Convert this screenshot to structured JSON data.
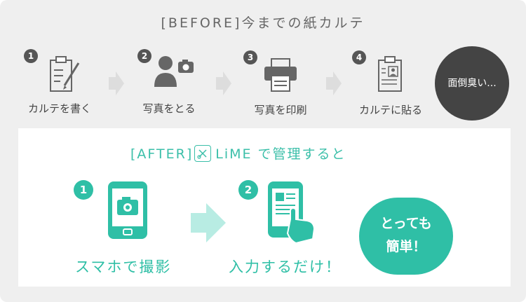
{
  "before": {
    "title": "[BEFORE]今までの紙カルテ",
    "steps": [
      {
        "num": "1",
        "label": "カルテを書く",
        "icon": "clipboard-pen-icon"
      },
      {
        "num": "2",
        "label": "写真をとる",
        "icon": "person-camera-icon"
      },
      {
        "num": "3",
        "label": "写真を印刷",
        "icon": "printer-icon"
      },
      {
        "num": "4",
        "label": "カルテに貼る",
        "icon": "clipboard-photo-icon"
      }
    ],
    "result": "面倒臭い..."
  },
  "after": {
    "title_prefix": "[AFTER]",
    "title_suffix": "LiME で管理すると",
    "steps": [
      {
        "num": "1",
        "label": "スマホで撮影",
        "icon": "phone-camera-icon"
      },
      {
        "num": "2",
        "label": "入力するだけ！",
        "icon": "phone-tap-icon"
      }
    ],
    "result_line1": "とっても",
    "result_line2": "簡単！"
  },
  "colors": {
    "teal": "#2fbfa6",
    "dark": "#444444",
    "grey_arrow": "#dddddd",
    "teal_arrow": "#b8ece3"
  }
}
